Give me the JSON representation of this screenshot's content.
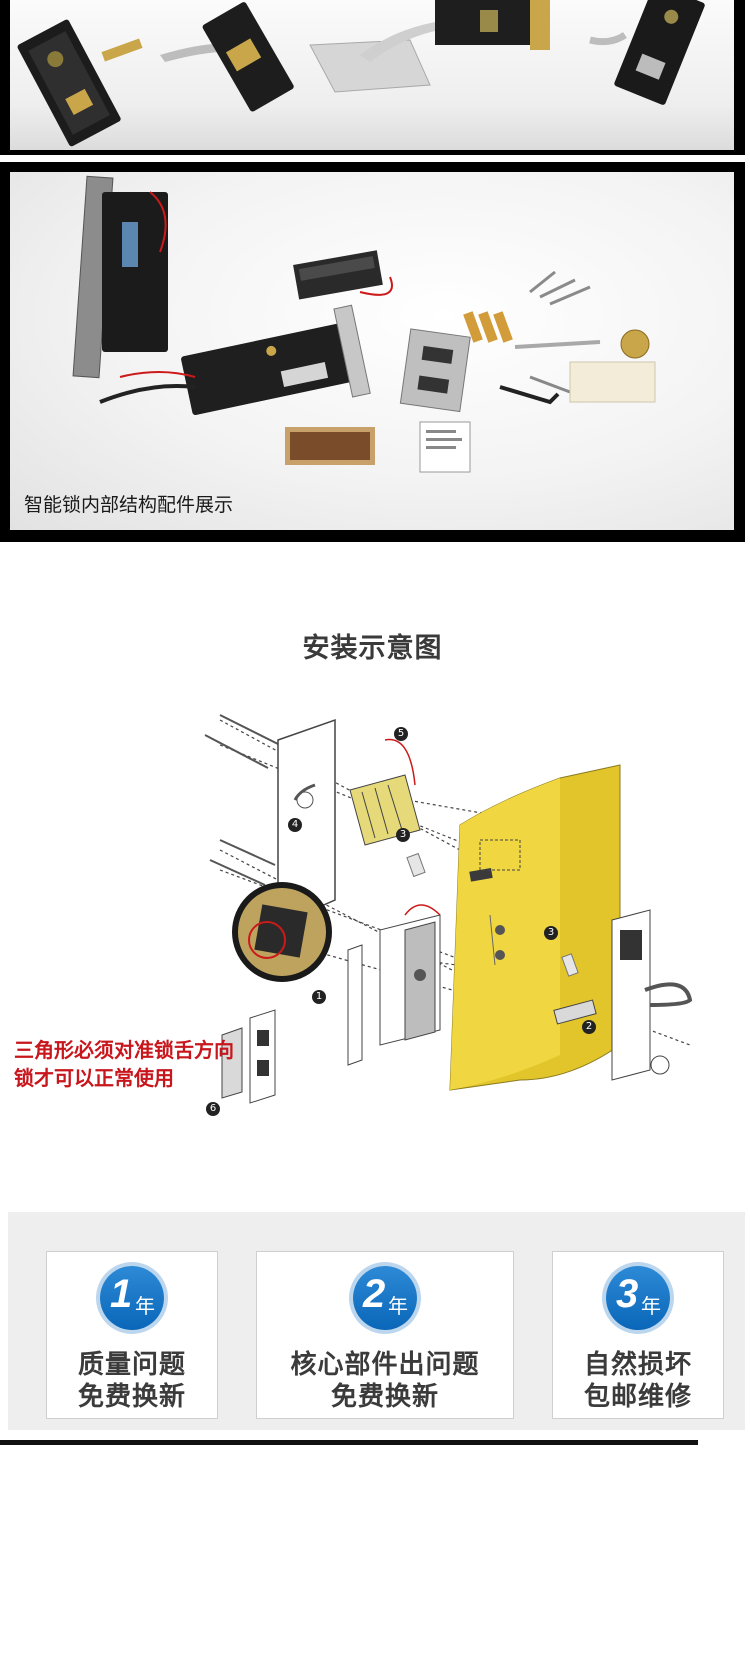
{
  "parts_photo": {
    "caption": "智能锁内部结构配件展示"
  },
  "install": {
    "title": "安装示意图",
    "note_line1": "三角形必须对准锁舌方向",
    "note_line2": "锁才可以正常使用",
    "callouts": [
      "1",
      "2",
      "3",
      "3",
      "4",
      "5",
      "6"
    ]
  },
  "warranty": {
    "cards": [
      {
        "num": "1",
        "unit": "年",
        "line1": "质量问题",
        "line2": "免费换新"
      },
      {
        "num": "2",
        "unit": "年",
        "line1": "核心部件出问题",
        "line2": "免费换新"
      },
      {
        "num": "3",
        "unit": "年",
        "line1": "自然损坏",
        "line2": "包邮维修"
      }
    ]
  },
  "colors": {
    "accent_blue": "#0a66b8",
    "note_red": "#c8161d",
    "door_gold": "#e2c52a"
  }
}
